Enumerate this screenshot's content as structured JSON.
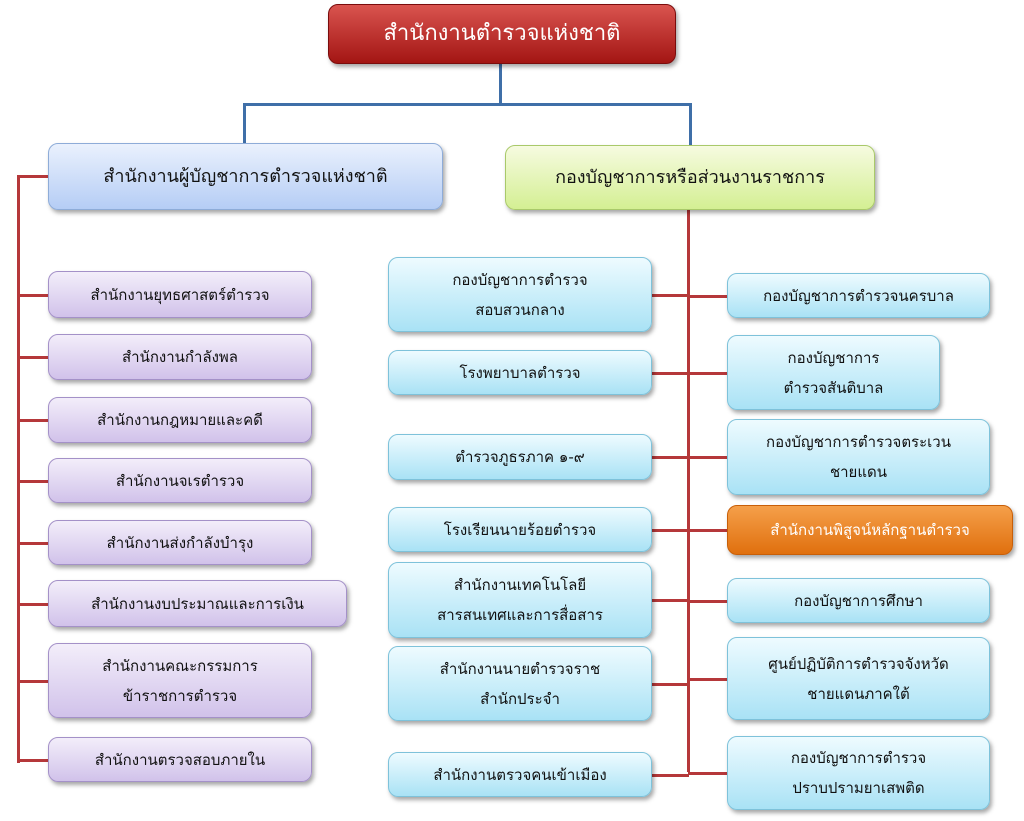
{
  "root": "สำนักงานตำรวจแห่งชาติ",
  "left_header": "สำนักงานผู้บัญชาการตำรวจแห่งชาติ",
  "right_header": "กองบัญชาการหรือส่วนงานราชการ",
  "left_units": [
    "สำนักงานยุทธศาสตร์ตำรวจ",
    "สำนักงานกำลังพล",
    "สำนักงานกฎหมายและคดี",
    "สำนักงานจเรตำรวจ",
    "สำนักงานส่งกำลังบำรุง",
    "สำนักงานงบประมาณและการเงิน",
    "สำนักงานคณะกรรมการ\nข้าราชการตำรวจ",
    "สำนักงานตรวจสอบภายใน"
  ],
  "center_units": [
    "กองบัญชาการตำรวจ\nสอบสวนกลาง",
    "โรงพยาบาลตำรวจ",
    "ตำรวจภูธรภาค ๑-๙",
    "โรงเรียนนายร้อยตำรวจ",
    "สำนักงานเทคโนโลยี\nสารสนเทศและการสื่อสาร",
    "สำนักงานนายตำรวจราช\nสำนักประจำ",
    "สำนักงานตรวจคนเข้าเมือง"
  ],
  "right_units": [
    "กองบัญชาการตำรวจนครบาล",
    "กองบัญชาการ\nตำรวจสันติบาล",
    "กองบัญชาการตำรวจตระเวน\nชายแดน",
    "สำนักงานพิสูจน์หลักฐานตำรวจ",
    "กองบัญชาการศึกษา",
    "ศูนย์ปฏิบัติการตำรวจจังหวัด\nชายแดนภาคใต้",
    "กองบัญชาการตำรวจ\nปราบปรามยาเสพติด"
  ],
  "colors": {
    "root": "#b3201d",
    "highlight": "#e8791a",
    "connector_top": "#3f6fa8",
    "connector_branch": "#b5383a"
  }
}
